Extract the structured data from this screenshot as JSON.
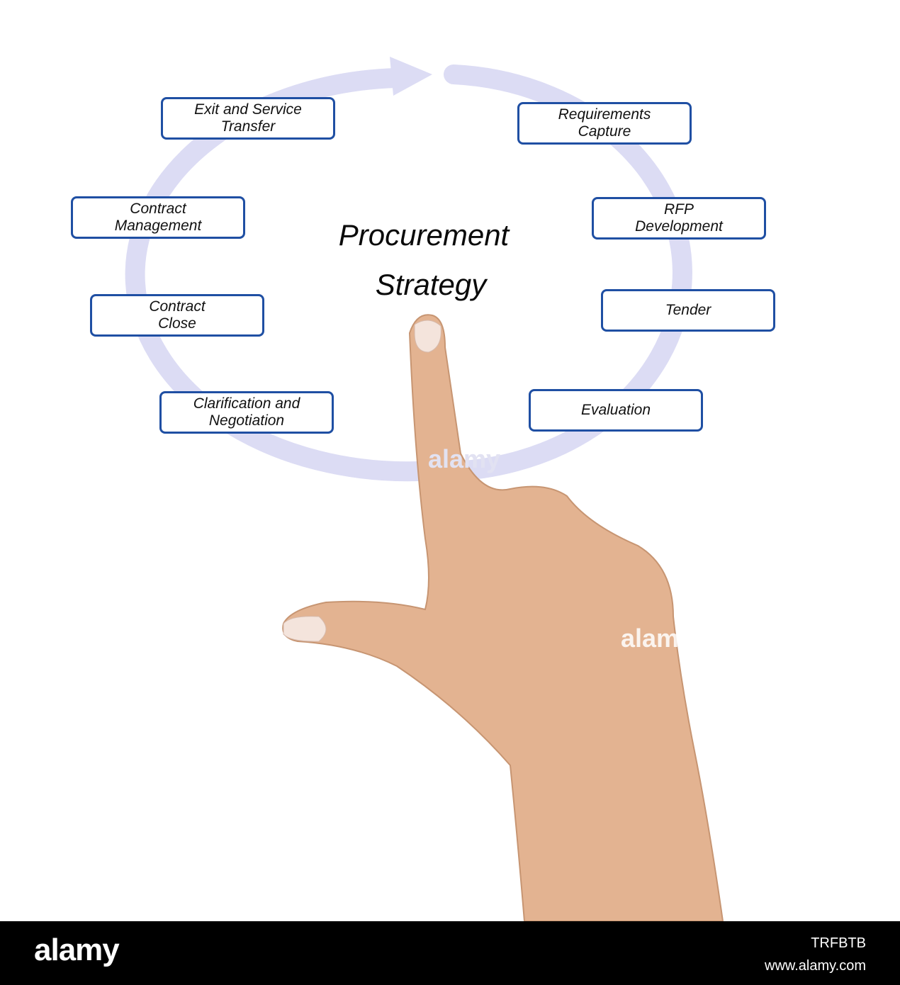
{
  "diagram": {
    "title_line1": "Procurement",
    "title_line2": "Strategy",
    "cycle_color": "#dcdcf4",
    "box_border_color": "#1f4fa3",
    "steps": [
      {
        "label": "Requirements\nCapture"
      },
      {
        "label": "RFP\nDevelopment"
      },
      {
        "label": "Tender"
      },
      {
        "label": "Evaluation"
      },
      {
        "label": "Clarification and\nNegotiation"
      },
      {
        "label": "Contract\nClose"
      },
      {
        "label": "Contract\nManagement"
      },
      {
        "label": "Exit and Service\nTransfer"
      }
    ]
  },
  "watermark": {
    "text": "alamy"
  },
  "footer": {
    "brand": "alamy",
    "image_id": "TRFBTB",
    "url": "www.alamy.com",
    "background": "#000000"
  }
}
